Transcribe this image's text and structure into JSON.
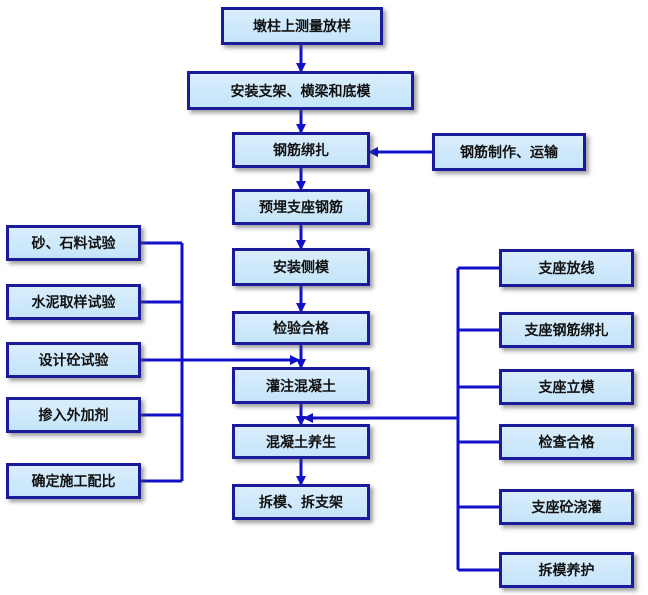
{
  "main_flow": [
    "墩柱上测量放样",
    "安装支架、横梁和底模",
    "钢筋绑扎",
    "预埋支座钢筋",
    "安装侧模",
    "检验合格",
    "灌注混凝土",
    "混凝土养生",
    "拆模、拆支架"
  ],
  "rebar_input": "钢筋制作、运输",
  "left_inputs": [
    "砂、石料试验",
    "水泥取样试验",
    "设计砼试验",
    "掺入外加剂",
    "确定施工配比"
  ],
  "right_inputs": [
    "支座放线",
    "支座钢筋绑扎",
    "支座立模",
    "检查合格",
    "支座砼浇灌",
    "拆模养护"
  ],
  "colors": {
    "box_border": "#1a1a9a",
    "box_fill": "#c5e4fa",
    "connector": "#1010c8"
  }
}
